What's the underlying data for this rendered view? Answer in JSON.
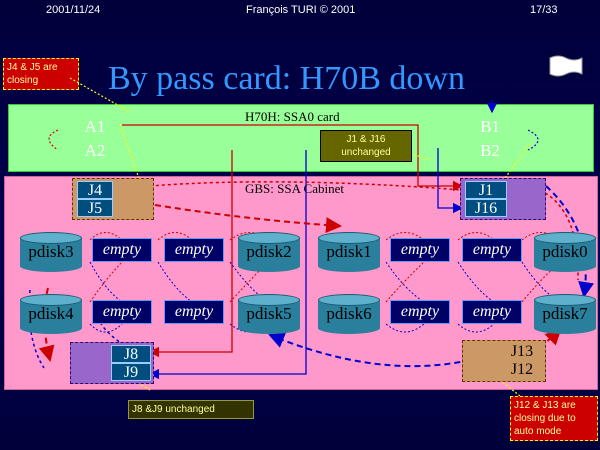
{
  "header": {
    "date": "2001/11/24",
    "author": "François TURI © 2001",
    "page": "17/33"
  },
  "title": "By pass card: H70B down",
  "notes": {
    "j4j5": "J4 & J5 are closing",
    "j1j16": "J1 & J16 unchanged",
    "j8j9": "J8 &J9 unchanged",
    "j12j13": "J12 & J13 are closing due to auto mode"
  },
  "h70h": {
    "label": "H70H: SSA0 card",
    "ports": [
      "A1",
      "A2",
      "B1",
      "B2"
    ]
  },
  "gbs": {
    "label": "GBS: SSA Cabinet"
  },
  "jumpers": {
    "j4": "J4",
    "j5": "J5",
    "j1": "J1",
    "j16": "J16",
    "j8": "J8",
    "j9": "J9",
    "j13": "J13",
    "j12": "J12"
  },
  "disks": {
    "top": [
      "pdisk3",
      "empty",
      "empty",
      "pdisk2",
      "pdisk1",
      "empty",
      "empty",
      "pdisk0"
    ],
    "bottom": [
      "pdisk4",
      "empty",
      "empty",
      "pdisk5",
      "pdisk6",
      "empty",
      "empty",
      "pdisk7"
    ]
  },
  "colors": {
    "h70h_panel": "#99ff99",
    "gbs_panel": "#ff99cc",
    "red_link": "#cc0000",
    "blue_link": "#0000cc",
    "title": "#3399ff"
  }
}
